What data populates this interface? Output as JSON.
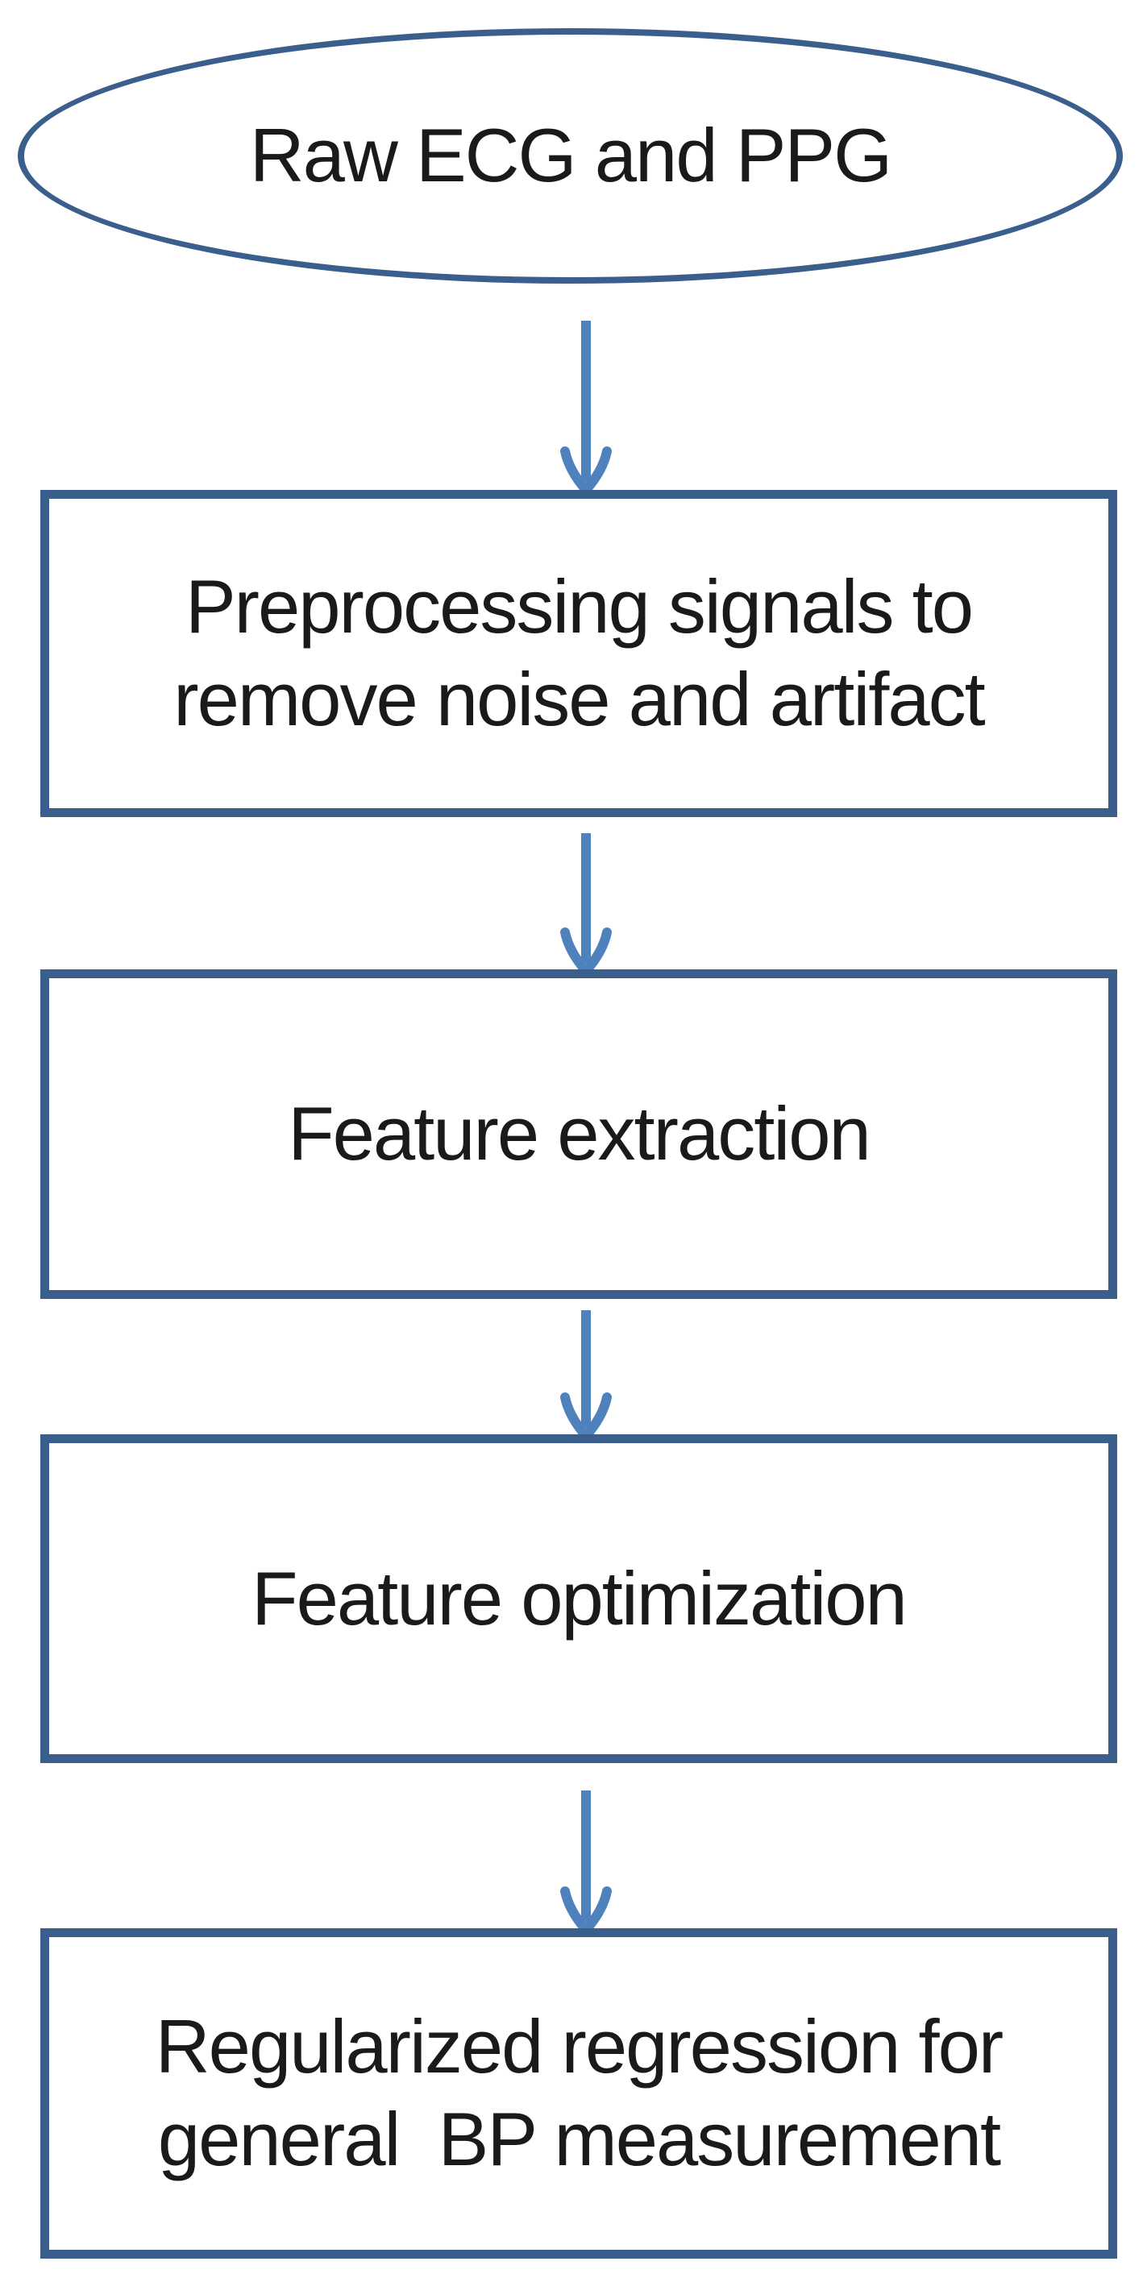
{
  "theme": {
    "shape_border_color": "#3A5F8C",
    "arrow_color": "#4F81BD",
    "text_color": "#1A1A1A",
    "background": "#FFFFFF"
  },
  "flowchart": {
    "type": "flowchart",
    "direction": "top-down",
    "nodes": [
      {
        "id": "raw-signals",
        "shape": "ellipse",
        "label": "Raw ECG and PPG"
      },
      {
        "id": "preprocessing",
        "shape": "rectangle",
        "label": "Preprocessing signals to\nremove noise and artifact"
      },
      {
        "id": "feature-extraction",
        "shape": "rectangle",
        "label": "Feature extraction"
      },
      {
        "id": "feature-optimization",
        "shape": "rectangle",
        "label": "Feature optimization"
      },
      {
        "id": "regression",
        "shape": "rectangle",
        "label": "Regularized regression for\ngeneral  BP measurement"
      }
    ],
    "edges": [
      {
        "from": "raw-signals",
        "to": "preprocessing"
      },
      {
        "from": "preprocessing",
        "to": "feature-extraction"
      },
      {
        "from": "feature-extraction",
        "to": "feature-optimization"
      },
      {
        "from": "feature-optimization",
        "to": "regression"
      }
    ]
  }
}
